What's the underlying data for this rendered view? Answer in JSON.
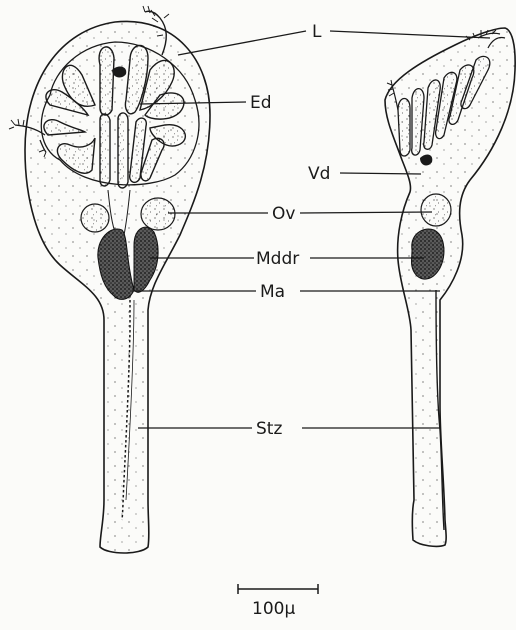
{
  "figure": {
    "labels": {
      "L": "L",
      "Ed": "Ed",
      "Vd": "Vd",
      "Ov": "Ov",
      "Mddr": "Mddr",
      "Ma": "Ma",
      "Stz": "Stz"
    },
    "scale_bar": {
      "label": "100µ"
    },
    "colors": {
      "ink": "#1a1a1a",
      "paper": "#fbfbf9",
      "dark_fill": "#3a3a3a"
    }
  }
}
